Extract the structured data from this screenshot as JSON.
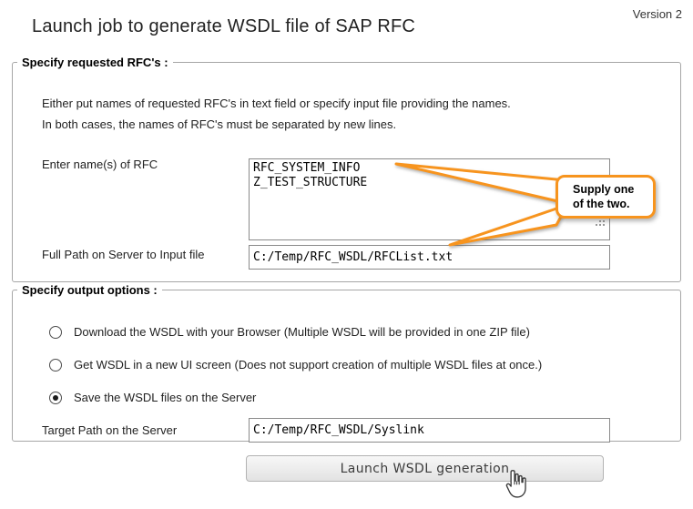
{
  "page": {
    "title": "Launch job to generate WSDL file of SAP RFC",
    "version": "Version 2"
  },
  "rfc_section": {
    "legend": "Specify requested RFC's :",
    "instructions_line1": "Either put names of requested RFC's in text field or specify input file providing the names.",
    "instructions_line2": "In both cases, the names of RFC's must be separated by new lines.",
    "rfc_names_label": "Enter name(s) of RFC",
    "rfc_names_value": "RFC_SYSTEM_INFO\nZ_TEST_STRUCTURE",
    "input_file_label": "Full Path on Server to Input file",
    "input_file_value": "C:/Temp/RFC_WSDL/RFCList.txt",
    "callout": {
      "line1": "Supply one",
      "line2": "of the two."
    }
  },
  "output_section": {
    "legend": "Specify output options :",
    "options": [
      {
        "label": "Download the WSDL with your Browser (Multiple WSDL will be provided in one ZIP file)",
        "selected": false
      },
      {
        "label": "Get WSDL in a new UI screen (Does not support creation of multiple WSDL files at once.)",
        "selected": false
      },
      {
        "label": "Save the WSDL files on the Server",
        "selected": true
      }
    ],
    "target_path_label": "Target Path on the Server",
    "target_path_value": "C:/Temp/RFC_WSDL/Syslink"
  },
  "actions": {
    "launch_button_label": "Launch WSDL generation"
  },
  "colors": {
    "callout_orange": "#f7941e"
  }
}
